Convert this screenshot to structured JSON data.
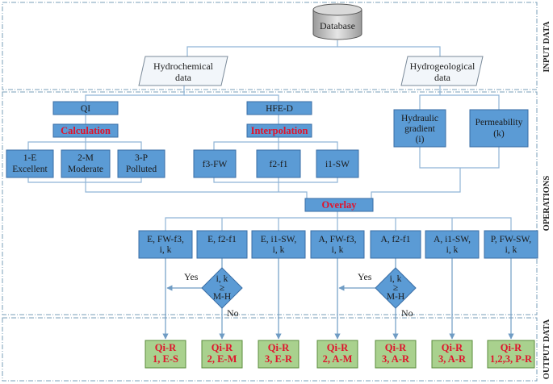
{
  "input": {
    "database": "Database",
    "hydrochemical": [
      "Hydrochemical",
      "data"
    ],
    "hydrogeological": [
      "Hydrogeological",
      "data"
    ]
  },
  "operations": {
    "qi": "QI",
    "calculation": "Calculation",
    "classes": [
      [
        "1-E",
        "Excellent"
      ],
      [
        "2-M",
        "Moderate"
      ],
      [
        "3-P",
        "Polluted"
      ]
    ],
    "hfe": "HFE-D",
    "interpolation": "Interpolation",
    "facies": [
      "f3-FW",
      "f2-f1",
      "i1-SW"
    ],
    "hydraulic": [
      "Hydraulic",
      "gradient",
      "(i)"
    ],
    "permeability": [
      "Permeability",
      "(k)"
    ],
    "overlay": "Overlay",
    "combos": [
      [
        "E, FW-f3,",
        "i, k"
      ],
      [
        "E, f2-f1"
      ],
      [
        "E, i1-SW,",
        "i, k"
      ],
      [
        "A, FW-f3,",
        "i, k"
      ],
      [
        "A, f2-f1"
      ],
      [
        "A, i1-SW,",
        "i, k"
      ],
      [
        "P, FW-SW,",
        "i, k"
      ]
    ],
    "decision": [
      "i, k",
      "≥",
      "M-H"
    ],
    "yes": "Yes",
    "no": "No"
  },
  "outputs": [
    [
      "Qi-R",
      "1, E-S"
    ],
    [
      "Qi-R",
      "2, E-M"
    ],
    [
      "Qi-R",
      "3, E-R"
    ],
    [
      "Qi-R",
      "2, A-M"
    ],
    [
      "Qi-R",
      "3, A-R"
    ],
    [
      "Qi-R",
      "3, A-R"
    ],
    [
      "Qi-R",
      "1,2,3, P-R"
    ]
  ],
  "sections": {
    "input": "INPUT DATA",
    "operations": "OPERATIONS",
    "output": "OUTPUT DATA"
  },
  "colors": {
    "box": "#5b9bd5",
    "box_stroke": "#3a6ea5",
    "lines": "#8fb4d6",
    "output_fill": "#a9d18e",
    "red_text": "#e0142c",
    "section_border": "#7a9fb8"
  }
}
